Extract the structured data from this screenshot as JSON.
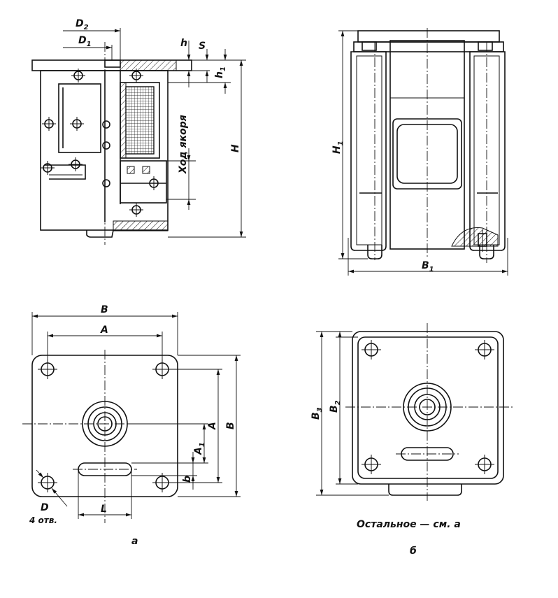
{
  "labels": {
    "d2": "D",
    "d2_sub": "2",
    "d1": "D",
    "d1_sub": "1",
    "h": "h",
    "s": "S",
    "h1": "h",
    "h1_sub": "1",
    "stroke": "Ход якоря",
    "h_total": "H",
    "H1": "H",
    "H1_sub": "1",
    "B1": "B",
    "B1_sub": "1",
    "B": "B",
    "A": "A",
    "A_vert": "A",
    "B_vert": "B",
    "A1": "A",
    "A1_sub": "1",
    "b": "b",
    "D": "D",
    "holes": "4 отв.",
    "L": "L",
    "B3": "B",
    "B3_sub": "3",
    "B2": "B",
    "B2_sub": "2",
    "note": "Остальное — см. а",
    "view_a": "а",
    "view_b": "б"
  }
}
